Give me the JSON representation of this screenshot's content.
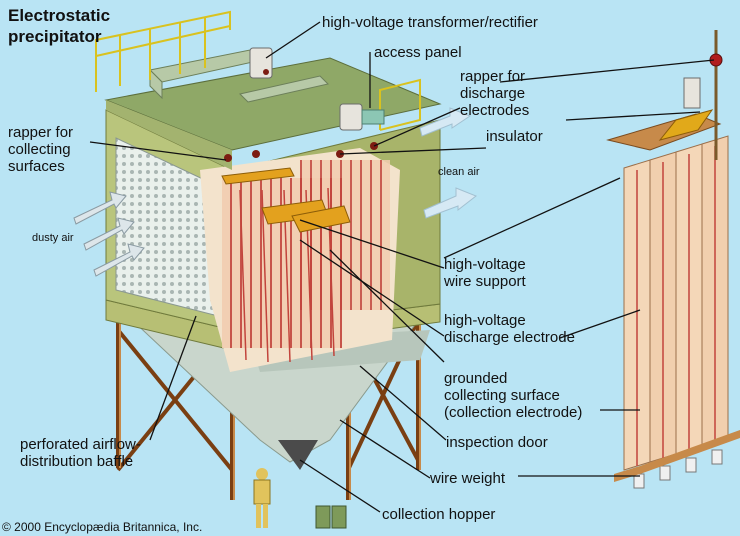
{
  "title": [
    "Electrostatic",
    "precipitator"
  ],
  "labels": {
    "transformer": [
      "high-voltage transformer/rectifier"
    ],
    "access_panel": [
      "access panel"
    ],
    "rapper_discharge": [
      "rapper for",
      "discharge",
      "electrodes"
    ],
    "insulator": [
      "insulator"
    ],
    "rapper_collecting": [
      "rapper for",
      "collecting",
      "surfaces"
    ],
    "clean_air": [
      "clean air"
    ],
    "dusty_air": [
      "dusty air"
    ],
    "wire_support": [
      "high-voltage",
      "wire support"
    ],
    "discharge_electrode": [
      "high-voltage",
      "discharge electrode"
    ],
    "collecting_surface": [
      "grounded",
      "collecting surface",
      "(collection electrode)"
    ],
    "inspection_door": [
      "inspection door"
    ],
    "baffle": [
      "perforated airflow-",
      "distribution baffle"
    ],
    "wire_weight": [
      "wire weight"
    ],
    "hopper": [
      "collection hopper"
    ]
  },
  "copyright": "© 2000 Encyclopædia Britannica, Inc."
}
